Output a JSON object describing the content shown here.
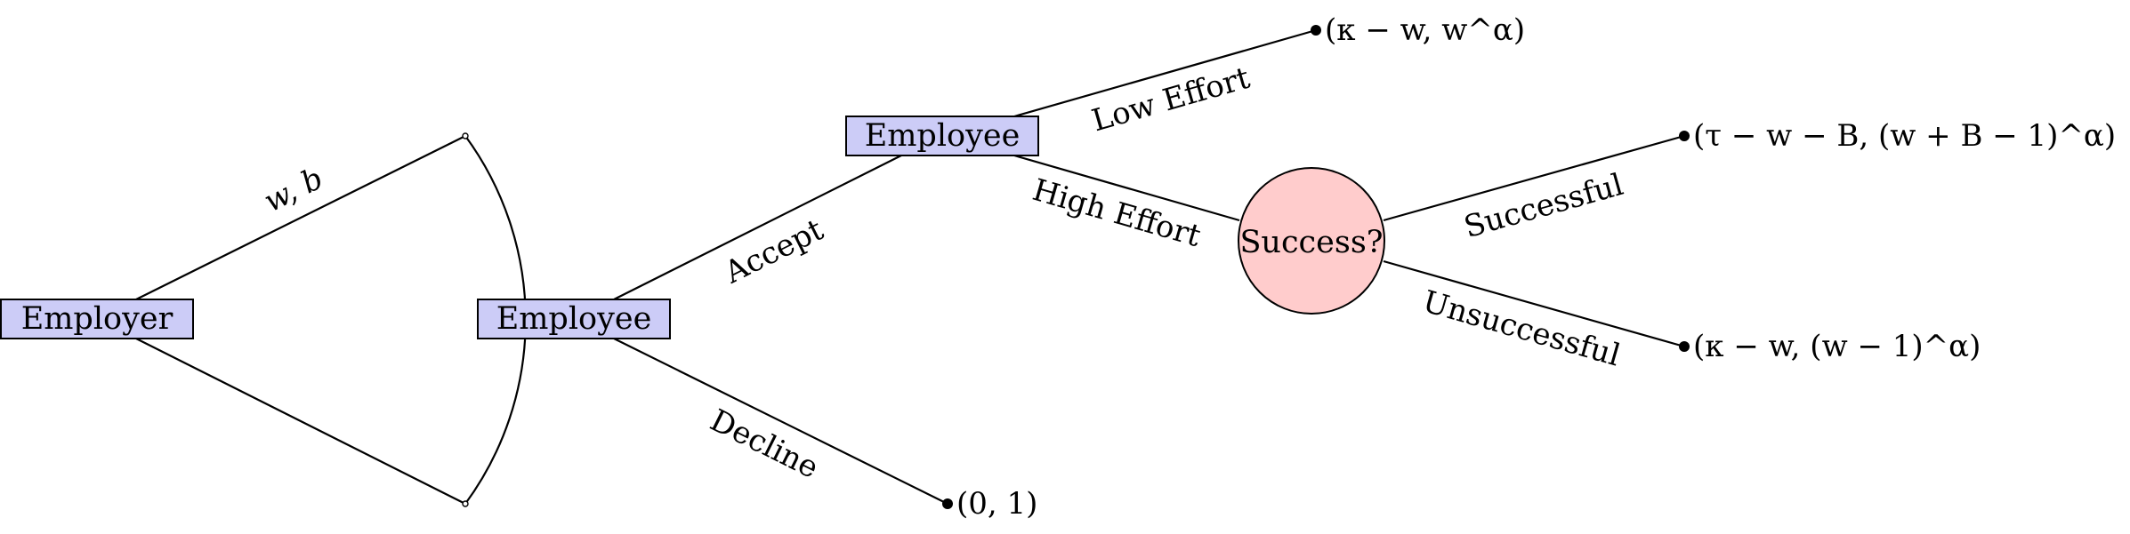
{
  "colors": {
    "player_node_fill": "#ccccf7",
    "chance_node_fill": "#ffcccc",
    "line": "#000000"
  },
  "nodes": {
    "employer": "Employer",
    "employee_offer": "Employee",
    "employee_effort": "Employee",
    "chance": "Success?"
  },
  "edges": {
    "offer": "w, b",
    "accept": "Accept",
    "decline": "Decline",
    "low_effort": "Low Effort",
    "high_effort": "High Effort",
    "successful": "Successful",
    "unsuccessful": "Unsuccessful"
  },
  "payoffs": {
    "decline": "(0, 1)",
    "low_effort": "(κ − w, w^α)",
    "successful": "(τ − w − B, (w + B − 1)^α)",
    "unsuccessful": "(κ − w, (w − 1)^α)"
  }
}
